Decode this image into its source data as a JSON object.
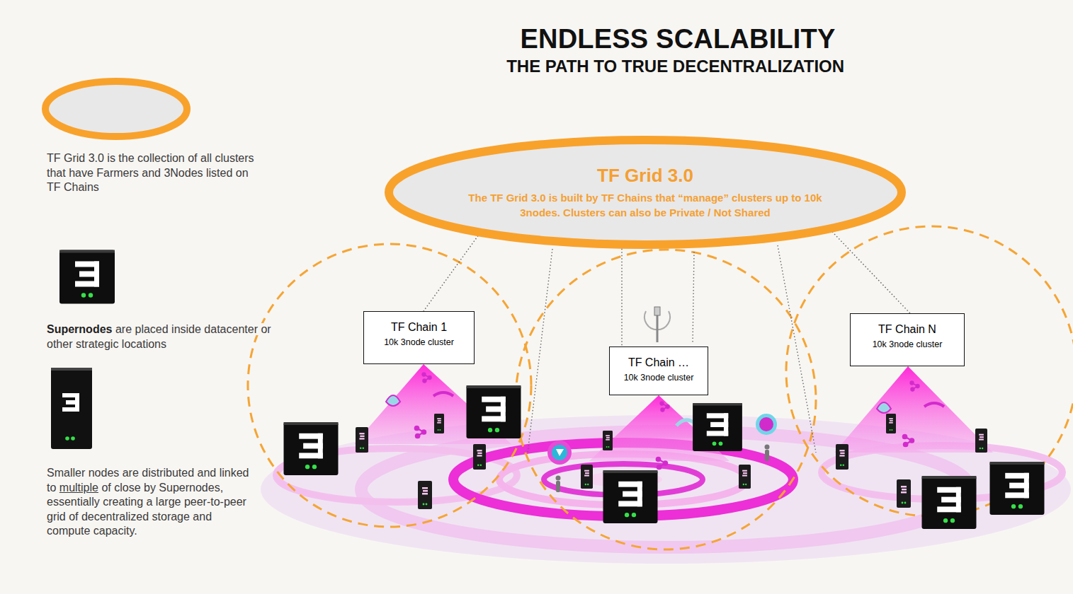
{
  "diagram": {
    "title": "ENDLESS SCALABILITY",
    "nodes": [
      {
        "text": [
          "TF Grid 3.0",
          "The TF Grid 3.0 is built by TF Chains that “manage” clusters up to 10k 3nodes. Clusters can also be Private / Not Shared"
        ]
      },
      {
        "text": [
          "TF Chain 1",
          "10k 3node cluster"
        ]
      },
      {
        "text": [
          "TF Chain …",
          "10k 3node cluster"
        ]
      },
      {
        "text": [
          "TF Chain N",
          "10k 3node cluster"
        ]
      }
    ],
    "edges": [
      {
        "from": 0,
        "to": 1,
        "arrow": "none"
      },
      {
        "from": 0,
        "to": 2,
        "arrow": "none"
      },
      {
        "from": 0,
        "to": 3,
        "arrow": "none"
      }
    ],
    "labels": [
      "THE PATH TO TRUE DECENTRALIZATION",
      "TF Grid 3.0 is the collection of all clusters that have Farmers and 3Nodes listed on TF Chains",
      "Supernodes",
      "are placed inside datacenter or other strategic locations",
      "Smaller nodes are distributed and linked to",
      "multiple",
      "of close by Supernodes, essentially creating a large peer-to-peer grid of decentralized storage and compute capacity."
    ]
  }
}
